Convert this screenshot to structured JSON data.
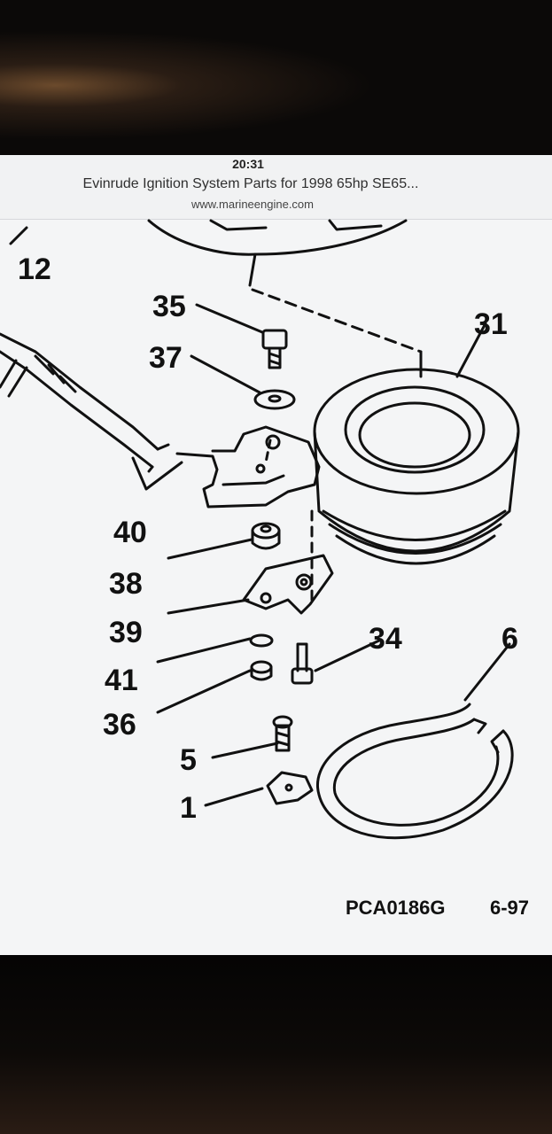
{
  "status_bar": {
    "time": "20:31"
  },
  "page": {
    "title": "Evinrude Ignition System Parts for 1998 65hp SE65...",
    "url": "www.marineengine.com"
  },
  "diagram": {
    "callouts": [
      "12",
      "35",
      "37",
      "31",
      "40",
      "38",
      "39",
      "41",
      "36",
      "34",
      "6",
      "5",
      "1"
    ],
    "drawing_code": "PCA0186G",
    "date_code": "6-97"
  }
}
